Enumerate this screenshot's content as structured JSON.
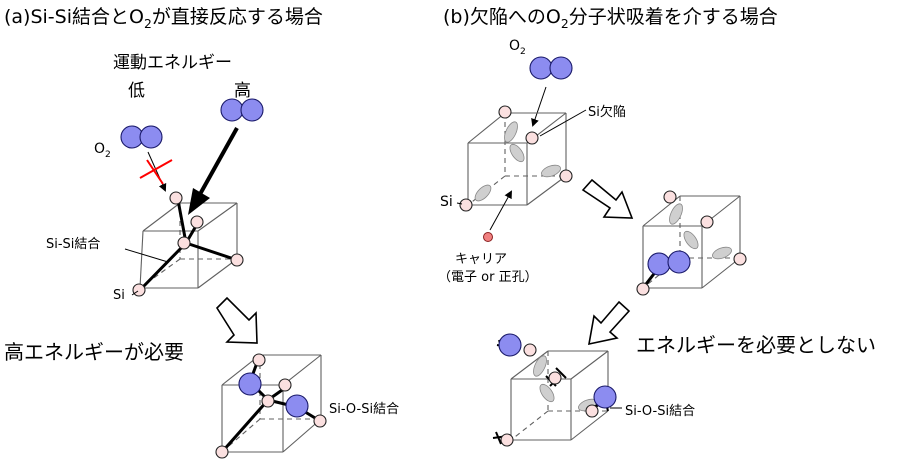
{
  "panel_a": {
    "title": "(a)Si-Si結合とO",
    "title_sub": "2",
    "title_tail": "が直接反応する場合",
    "energy_label": "運動エネルギー",
    "low_label": "低",
    "high_label": "高",
    "o2_label": "O",
    "o2_sub": "2",
    "sisi_bond_label": "Si-Si結合",
    "si_label": "Si",
    "high_energy_needed": "高エネルギーが必要",
    "siosi_label": "Si-O-Si結合"
  },
  "panel_b": {
    "title": "(b)欠陥へのO",
    "title_sub": "2",
    "title_tail": "分子状吸着を介する場合",
    "o2_label": "O",
    "o2_sub": "2",
    "defect_label": "Si欠陥",
    "si_label": "Si",
    "carrier_label": "キャリア",
    "carrier_note": "（電子 or 正孔）",
    "no_energy_needed": "エネルギーを必要としない",
    "siosi_label": "Si-O-Si結合"
  },
  "colors": {
    "oxygen": "#8c8cf0",
    "silicon": "#fbe0e0",
    "carrier": "#f08080",
    "blocked_mark": "#ff0000",
    "orbital_lobe": "#cfcfcf"
  }
}
